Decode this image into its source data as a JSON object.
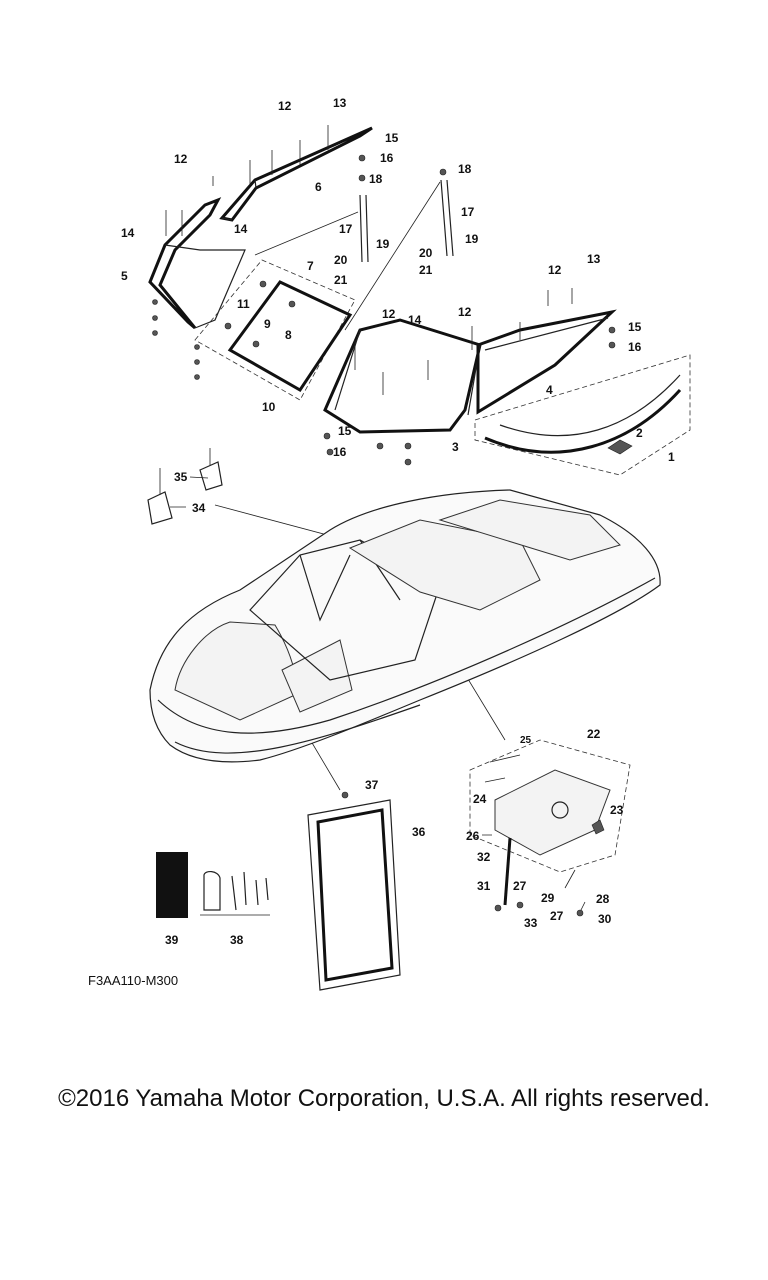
{
  "diagram": {
    "callouts": [
      "1",
      "2",
      "3",
      "4",
      "5",
      "6",
      "7",
      "8",
      "9",
      "10",
      "11",
      "12",
      "13",
      "14",
      "15",
      "16",
      "17",
      "18",
      "19",
      "20",
      "21",
      "22",
      "23",
      "24",
      "25",
      "26",
      "27",
      "28",
      "29",
      "30",
      "31",
      "32",
      "33",
      "34",
      "35",
      "36",
      "37",
      "38",
      "39"
    ],
    "drawing_code": "F3AA110-M300"
  },
  "footer": {
    "copyright": "©2016 Yamaha Motor Corporation, U.S.A. All rights reserved."
  }
}
